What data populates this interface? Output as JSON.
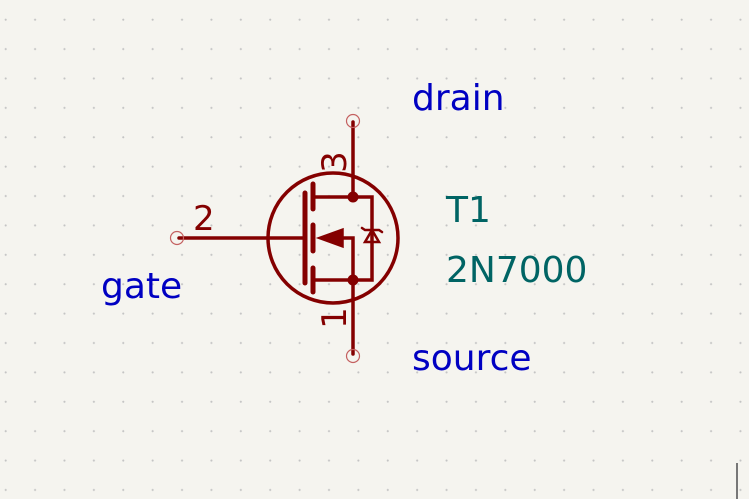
{
  "symbol": {
    "reference": "T1",
    "value": "2N7000",
    "pins": [
      {
        "number": "3",
        "net_label": "drain"
      },
      {
        "number": "2",
        "net_label": "gate"
      },
      {
        "number": "1",
        "net_label": "source"
      }
    ]
  },
  "colors": {
    "background": "#f5f4ef",
    "symbol": "#840000",
    "net_label": "#0000c2",
    "field": "#006464",
    "pin_end": "#c46060"
  }
}
